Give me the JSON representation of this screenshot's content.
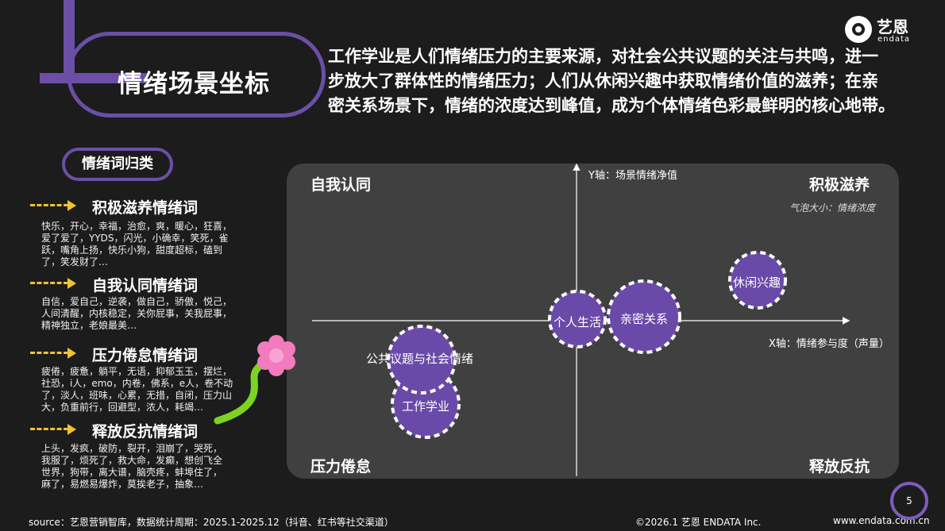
{
  "header": {
    "title": "情绪场景坐标",
    "headline_lines": [
      "工作学业是人们情绪压力的主要来源，对社会公共议题的关注与共鸣，进一",
      "步放大了群体性的情绪压力；人们从休闲兴趣中获取情绪价值的滋养；在亲",
      "密关系场景下，情绪的浓度达到峰值，成为个体情绪色彩最鲜明的核心地带。"
    ]
  },
  "logo": {
    "cn": "艺恩",
    "en": "endata"
  },
  "left_panel": {
    "pill": "情绪词归类",
    "categories": [
      {
        "title": "积极滋养情绪词",
        "words": [
          "快乐，开心，幸福，治愈，爽，暖心，狂喜，",
          "爱了爱了，YYDS，闪光，小确幸，笑死，雀",
          "跃，嘴角上扬，快乐小狗，甜度超标，磕到",
          "了，笑发财了…"
        ]
      },
      {
        "title": "自我认同情绪词",
        "words": [
          "自信，爱自己，逆袭，做自己，骄傲，悦己，",
          "人间清醒，内核稳定，关你屁事，关我屁事，",
          "精神独立，老娘最美…"
        ]
      },
      {
        "title": "压力倦怠情绪词",
        "words": [
          "疲倦，疲惫，躺平，无语，抑郁玉玉，摆烂，",
          "社恐，i人，emo，内卷，佛系，e人，卷不动",
          "了，淡人，班味，心累，无措，自闭，压力山",
          "大，负重前行，回避型，浓人，耗竭…"
        ]
      },
      {
        "title": "释放反抗情绪词",
        "words": [
          "上头，发疯，破防，裂开，泪崩了，哭死，",
          "我服了，烦死了，救大命，发癫，想创飞全",
          "世界，狗带，离大谱，脑壳疼，蚌埠住了，",
          "麻了，易燃易爆炸，莫挨老子，抽象…"
        ]
      }
    ]
  },
  "chart": {
    "quadrants": {
      "top_left": "自我认同",
      "top_right": "积极滋养",
      "bottom_left": "压力倦怠",
      "bottom_right": "释放反抗"
    },
    "y_axis_label": "Y轴：场景情绪净值",
    "x_axis_label": "X轴：情绪参与度（声量）",
    "size_note": "气泡大小：情绪浓度",
    "bubbles": [
      "休闲兴趣",
      "个人生活",
      "亲密关系",
      "公共议题与社会情绪",
      "工作学业"
    ]
  },
  "footer": {
    "source": "source：艺恩营销智库，数据统计周期：2025.1-2025.12（抖音、红书等社交渠道）",
    "copyright": "©2026.1  艺恩 ENDATA Inc.",
    "website": "www.endata.com.cn",
    "page": "5"
  },
  "colors": {
    "accent_purple": "#6b4fa6",
    "bubble_purple": "#6a4aa8",
    "arrow_yellow": "#f1c232",
    "panel_bg": "#404040"
  }
}
